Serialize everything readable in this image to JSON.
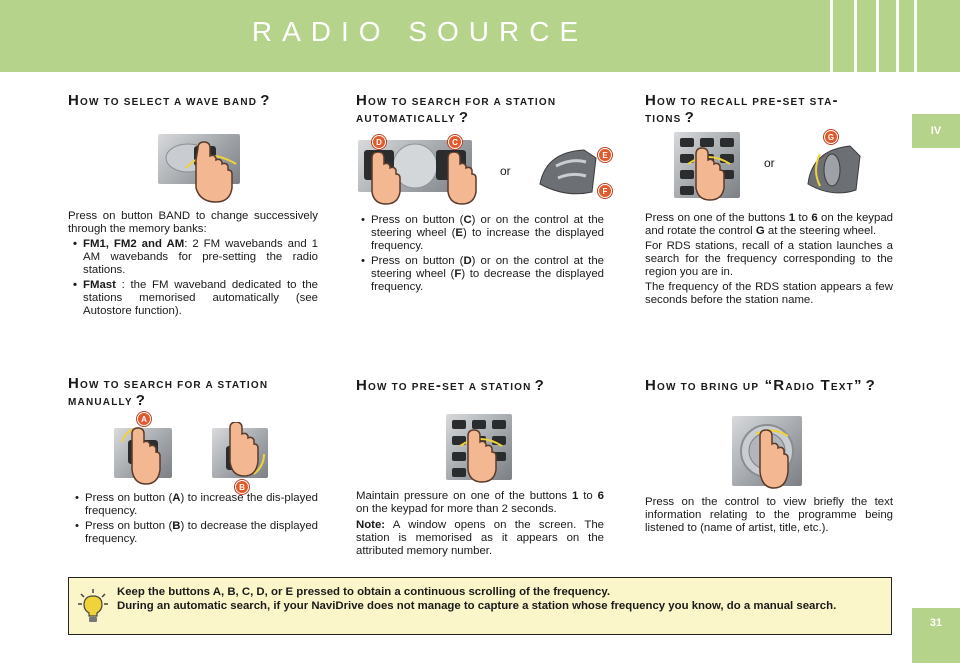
{
  "header": {
    "title": "RADIO SOURCE"
  },
  "side_tab": "IV",
  "page_number": "31",
  "or_label": "or",
  "sections": {
    "select_band": {
      "title_big1": "H",
      "title_small1": "OW TO SELECT A WAVE BAND",
      "q": "?",
      "intro": "Press on button BAND to change successively through the memory banks:",
      "item1_bold": "FM1, FM2 and AM",
      "item1_text": ": 2 FM wavebands and 1 AM wavebands for pre-setting the radio stations.",
      "item2_bold": "FMast",
      "item2_text": " : the FM waveband dedicated to the stations memorised automatically (see Autostore function)."
    },
    "search_auto": {
      "title_big1": "H",
      "title_small1": "OW TO SEARCH FOR A STATION",
      "title_small2": "AUTOMATICALLY",
      "q": "?",
      "item1_a": "Press on button (",
      "item1_k1": "C",
      "item1_b": ") or on the control at the steering wheel (",
      "item1_k2": "E",
      "item1_c": ") to increase the displayed frequency.",
      "item2_a": "Press on button (",
      "item2_k1": "D",
      "item2_b": ") or on the control at the steering wheel (",
      "item2_k2": "F",
      "item2_c": ") to decrease the displayed frequency."
    },
    "recall_preset": {
      "title_big1": "H",
      "title_small1": "OW TO RECALL PRE",
      "title_dash": "-",
      "title_small2": "SET STA",
      "title_dash2": "-",
      "title_small3": "TIONS",
      "q": "?",
      "p1_a": "Press on one of the buttons ",
      "p1_k1": "1",
      "p1_b": " to ",
      "p1_k2": "6",
      "p1_c": " on the keypad and rotate the control ",
      "p1_k3": "G",
      "p1_d": " at the steering wheel.",
      "p2": "For RDS stations, recall of a station launches a search for the frequency corresponding to the region you are in.",
      "p3": "The frequency of the RDS station appears a few seconds before the station name."
    },
    "search_manual": {
      "title_big1": "H",
      "title_small1": "OW TO SEARCH FOR A STATION",
      "title_small2": "MANUALLY",
      "q": "?",
      "item1_a": "Press on button (",
      "item1_k": "A",
      "item1_b": ") to increase the dis-played frequency.",
      "item2_a": "Press on button (",
      "item2_k": "B",
      "item2_b": ") to decrease the displayed frequency."
    },
    "preset_station": {
      "title_big1": "H",
      "title_small1": "OW TO PRE",
      "title_dash": "-",
      "title_small2": "SET A STATION",
      "q": "?",
      "p1_a": "Maintain pressure on one of the buttons ",
      "p1_k1": "1",
      "p1_b": " to ",
      "p1_k2": "6",
      "p1_c": " on the keypad for more than 2 seconds.",
      "note_label": "Note:",
      "note_text": " A window opens on the screen. The station is memorised as it appears on the attributed memory number."
    },
    "radio_text": {
      "title_big1": "H",
      "title_small1": "OW TO BRING UP",
      "title_quote_open": "“R",
      "title_small2": "ADIO",
      "title_big2": "T",
      "title_small3": "EXT",
      "title_quote_close": "”",
      "q": "?",
      "p1": "Press on the control to view briefly the text information relating to the programme being listened to (name of artist, title, etc.)."
    }
  },
  "badges": {
    "a": "A",
    "b": "B",
    "c": "C",
    "d": "D",
    "e": "E",
    "f": "F",
    "g": "G"
  },
  "footer": {
    "line1": "Keep the buttons A, B, C, D, or E pressed to obtain a continuous scrolling of the frequency.",
    "line2": "During an automatic search, if your NaviDrive does not manage to capture a station whose frequency you know, do a manual search."
  },
  "colors": {
    "accent": "#b5d38a",
    "badge": "#e25a2b",
    "note_bg": "#fbf6c9"
  }
}
